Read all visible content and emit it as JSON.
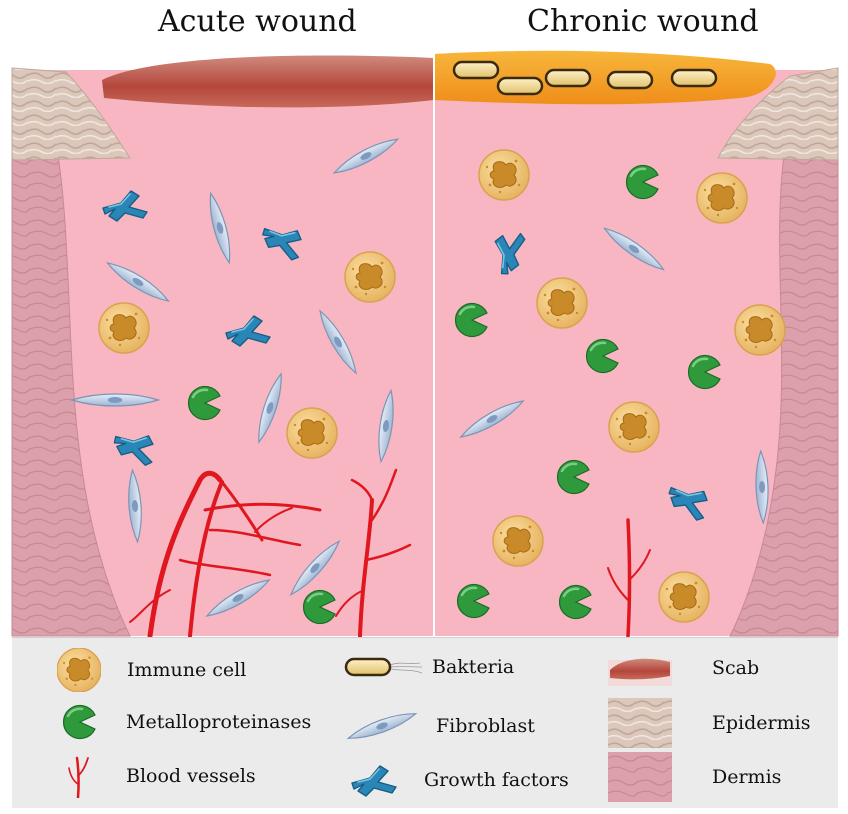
{
  "titles": {
    "left": "Acute wound",
    "right": "Chronic wound"
  },
  "legend": {
    "items": [
      {
        "id": "immune-cell",
        "label": "Immune cell"
      },
      {
        "id": "metalloproteinases",
        "label": "Metalloproteinases"
      },
      {
        "id": "blood-vessels",
        "label": "Blood vessels"
      },
      {
        "id": "bakteria",
        "label": "Bakteria"
      },
      {
        "id": "fibroblast",
        "label": "Fibroblast"
      },
      {
        "id": "growth-factors",
        "label": "Growth factors"
      },
      {
        "id": "scab",
        "label": "Scab"
      },
      {
        "id": "epidermis",
        "label": "Epidermis"
      },
      {
        "id": "dermis",
        "label": "Dermis"
      }
    ]
  },
  "colors": {
    "wound_bed": "#f7b6c2",
    "dermis": "#d99aa6",
    "epidermis": "#dcc5b8",
    "scab": "#b5524a",
    "biofilm": "#f0a020",
    "immune_cell": "#f5cc78",
    "metalloproteinase": "#2f9a3c",
    "fibroblast": "#c4d6ec",
    "growth_factor": "#2a86b6",
    "blood_vessel": "#e0171f"
  }
}
